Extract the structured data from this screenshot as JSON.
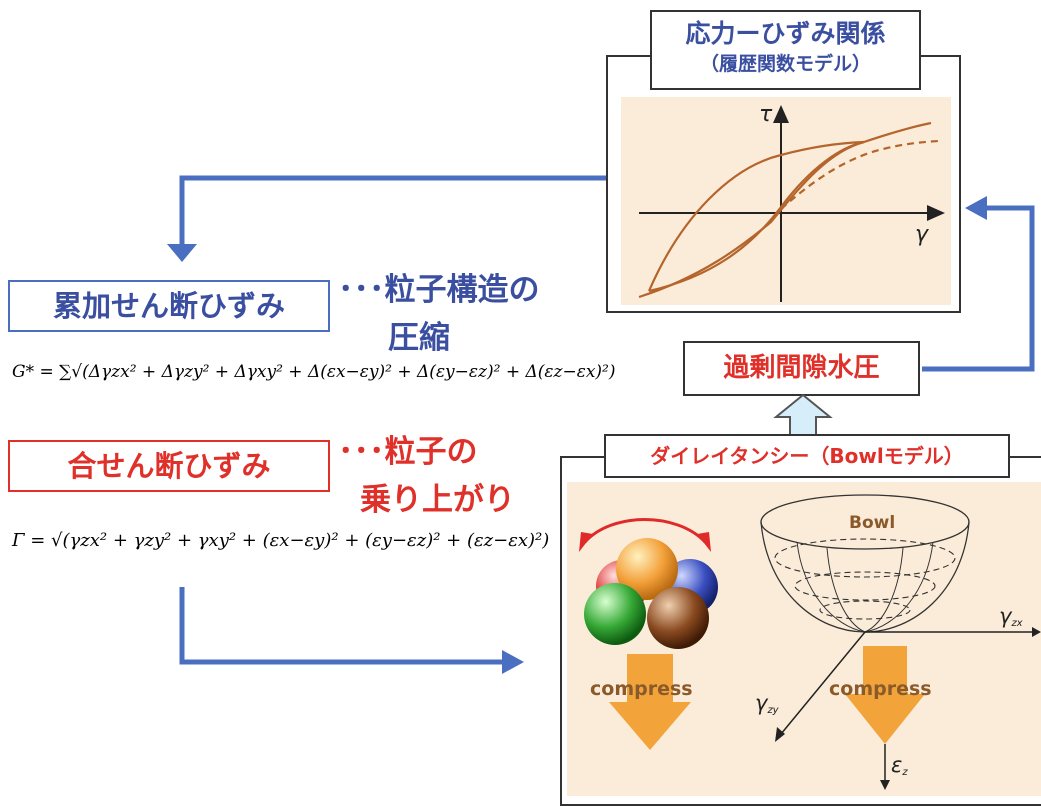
{
  "stress_strain": {
    "title_line1": "応力ーひずみ関係",
    "title_line2": "（履歴関数モデル）",
    "tau_label": "τ",
    "gamma_label": "γ"
  },
  "excess_pore_pressure": {
    "label": "過剰間隙水圧"
  },
  "dilatancy": {
    "title": "ダイレイタンシー（Bowlモデル）",
    "bowl_label": "Bowl",
    "compress_left": "compress",
    "compress_right": "compress",
    "axis_gamma_zx": "γ",
    "axis_gamma_zx_sub": "zx",
    "axis_gamma_zy": "γ",
    "axis_gamma_zy_sub": "zy",
    "axis_eps_z": "ε",
    "axis_eps_z_sub": "z"
  },
  "cumulative_shear": {
    "box_label": "累加せん断ひずみ",
    "note_line1": "･･･粒子構造の",
    "note_line2": "圧縮",
    "formula": "G* = ∑√(Δγzx² + Δγzy² + Δγxy² + Δ(εx−εy)² + Δ(εy−εz)² + Δ(εz−εx)²)"
  },
  "resultant_shear": {
    "box_label": "合せん断ひずみ",
    "note_line1": "･･･粒子の",
    "note_line2": "乗り上がり",
    "formula": "Γ = √(γzx² + γzy² + γxy² + (εx−εy)² + (εy−εz)² + (εz−εx)²)"
  },
  "colors": {
    "arrow_blue": "#4a6fc1",
    "label_blue": "#3b4fa0",
    "label_red": "#e0302a",
    "curve_brown": "#b5652b",
    "panel_bg": "#fbecd9",
    "compress_orange": "#f2a43a",
    "up_arrow_fill": "#d6eefa"
  }
}
